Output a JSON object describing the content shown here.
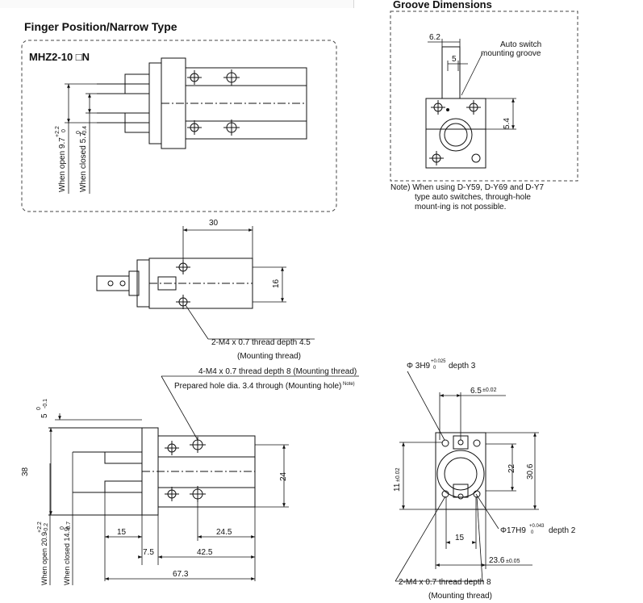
{
  "title": "Finger Position/Narrow Type",
  "groove_heading": "Groove Dimensions",
  "model_label": "MHZ2-10 □N",
  "finger_panel": {
    "open_label": "When open 9.7",
    "open_tol_upper": "+2.2",
    "open_tol_lower": "0",
    "closed_label": "When closed 5.7",
    "closed_tol_upper": "0",
    "closed_tol_lower": "-0.4"
  },
  "groove_panel": {
    "dim_a": "6.2",
    "dim_b": "5",
    "dim_c": "5.4",
    "callout_line1": "Auto switch",
    "callout_line2": "mounting groove",
    "note_line1": "Note) When using D-Y59, D-Y69 and D-Y7",
    "note_line2": "type auto switches, through-hole",
    "note_line3": "mount-ing is not possible."
  },
  "top_view": {
    "dim_width": "30",
    "dim_height": "16",
    "thread_line1": "2-M4 x 0.7 thread depth 4.5",
    "thread_line2": "(Mounting thread)"
  },
  "side_view": {
    "thread_line1": "4-M4 x 0.7 thread depth 8 (Mounting thread)",
    "thread_line2": "Prepared hole dia. 3.4 through (Mounting hole)",
    "thread_note": "Note)",
    "dim_5": "5",
    "dim_5_tol_upper": "0",
    "dim_5_tol_lower": "-0.1",
    "dim_38": "38",
    "dim_24": "24",
    "dim_15": "15",
    "dim_24_5": "24.5",
    "dim_7_5": "7.5",
    "dim_42_5": "42.5",
    "dim_67_3": "67.3",
    "open_label": "When open 20.9",
    "open_tol_upper": "+2.2",
    "open_tol_lower": "-0.2",
    "closed_label": "When closed 14.9",
    "closed_tol_upper": "0",
    "closed_tol_lower": "-0.7"
  },
  "end_view": {
    "hole_label": "Φ 3H9",
    "hole_tol_upper": "+0.025",
    "hole_tol_lower": "0",
    "hole_depth": "depth 3",
    "dim_6_5": "6.5",
    "dim_6_5_tol": "±0.02",
    "dim_11": "11",
    "dim_11_tol": "±0.02",
    "dim_22": "22",
    "dim_30_6": "30.6",
    "dim_15": "15",
    "dim_23_6": "23.6",
    "dim_23_6_tol": "±0.05",
    "bore_label": "Φ17H9",
    "bore_tol_upper": "+0.043",
    "bore_tol_lower": "0",
    "bore_depth": "depth 2",
    "thread_line1": "2-M4 x 0.7 thread depth 8",
    "thread_line2": "(Mounting thread)"
  }
}
